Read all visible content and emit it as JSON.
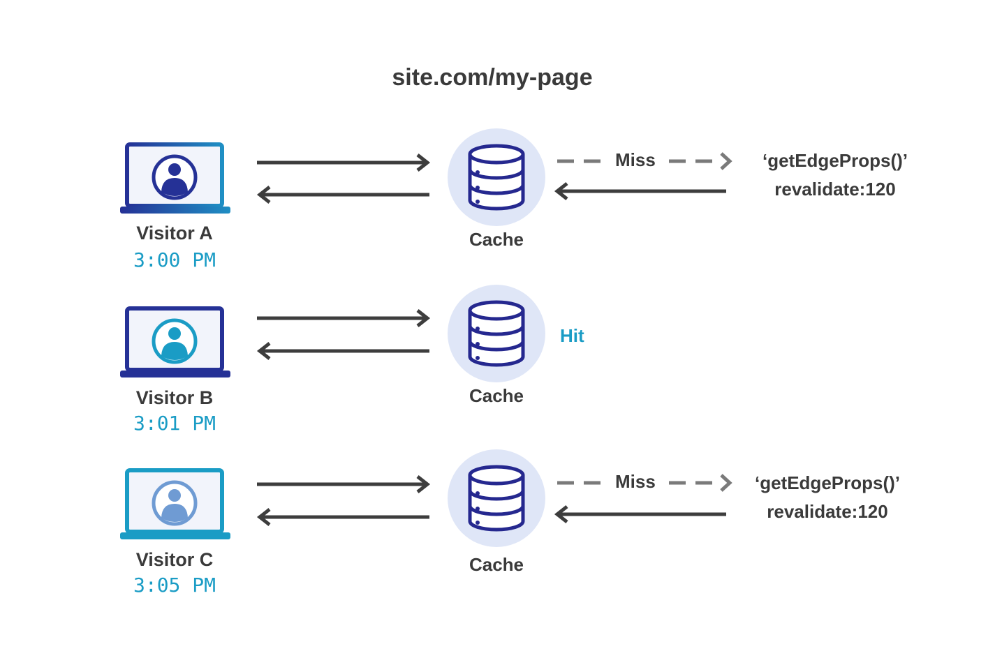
{
  "title": "site.com/my-page",
  "colors": {
    "dark_text": "#3a3a3a",
    "accent": "#1a9cc5",
    "cache_bg": "#dfe6f7",
    "db_stroke": "#25288f",
    "arrow": "#3d3d3d",
    "dashed_arrow": "#7a7a7a"
  },
  "rows": [
    {
      "visitor": {
        "name": "Visitor A",
        "time": "3:00 PM",
        "icon": "laptop-user-icon",
        "color": "#253196"
      },
      "cache_label": "Cache",
      "status": "Miss",
      "origin": {
        "function": "‘getEdgeProps()’",
        "revalidate": "revalidate:120"
      }
    },
    {
      "visitor": {
        "name": "Visitor B",
        "time": "3:01 PM",
        "icon": "laptop-user-icon",
        "color": "#1a9cc5"
      },
      "cache_label": "Cache",
      "status": "Hit"
    },
    {
      "visitor": {
        "name": "Visitor C",
        "time": "3:05 PM",
        "icon": "laptop-user-icon",
        "color": "#6f9bd3"
      },
      "cache_label": "Cache",
      "status": "Miss",
      "origin": {
        "function": "‘getEdgeProps()’",
        "revalidate": "revalidate:120"
      }
    }
  ]
}
